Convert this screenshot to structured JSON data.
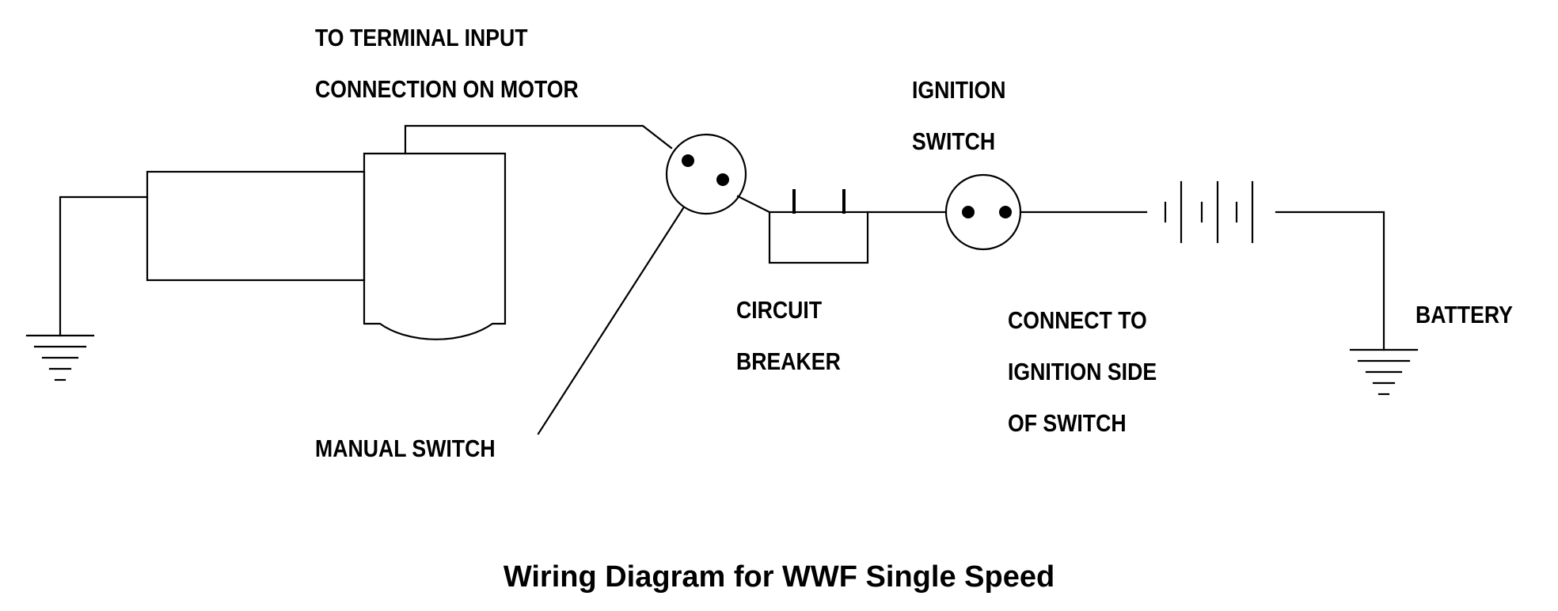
{
  "title": "Wiring Diagram for WWF Single Speed",
  "labels": {
    "terminal_line1": "TO TERMINAL INPUT",
    "terminal_line2": "CONNECTION ON MOTOR",
    "ignition_line1": "IGNITION",
    "ignition_line2": "SWITCH",
    "breaker_line1": "CIRCUIT",
    "breaker_line2": "BREAKER",
    "connect_line1": "CONNECT TO",
    "connect_line2": "IGNITION SIDE",
    "connect_line3": "OF SWITCH",
    "battery": "BATTERY",
    "manual_switch": "MANUAL SWITCH"
  },
  "colors": {
    "line": "#000000",
    "background": "#ffffff"
  }
}
